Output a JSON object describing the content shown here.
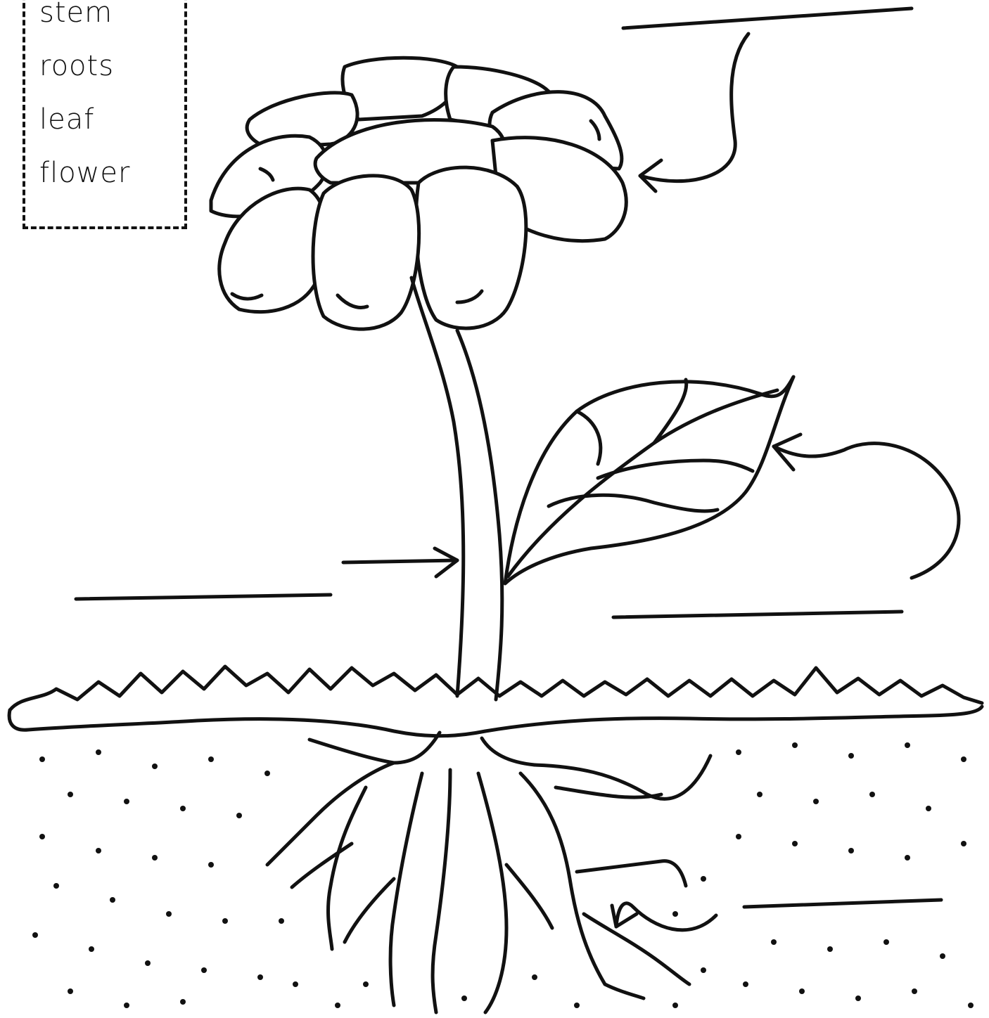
{
  "word_bank": {
    "title": "",
    "words": [
      "stem",
      "roots",
      "leaf",
      "flower"
    ]
  },
  "colors": {
    "ink": "#111111",
    "paper": "#ffffff"
  },
  "labels": [
    {
      "name": "flower-label-blank",
      "value": ""
    },
    {
      "name": "leaf-label-blank",
      "value": ""
    },
    {
      "name": "stem-label-blank",
      "value": ""
    },
    {
      "name": "roots-label-blank",
      "value": ""
    }
  ]
}
